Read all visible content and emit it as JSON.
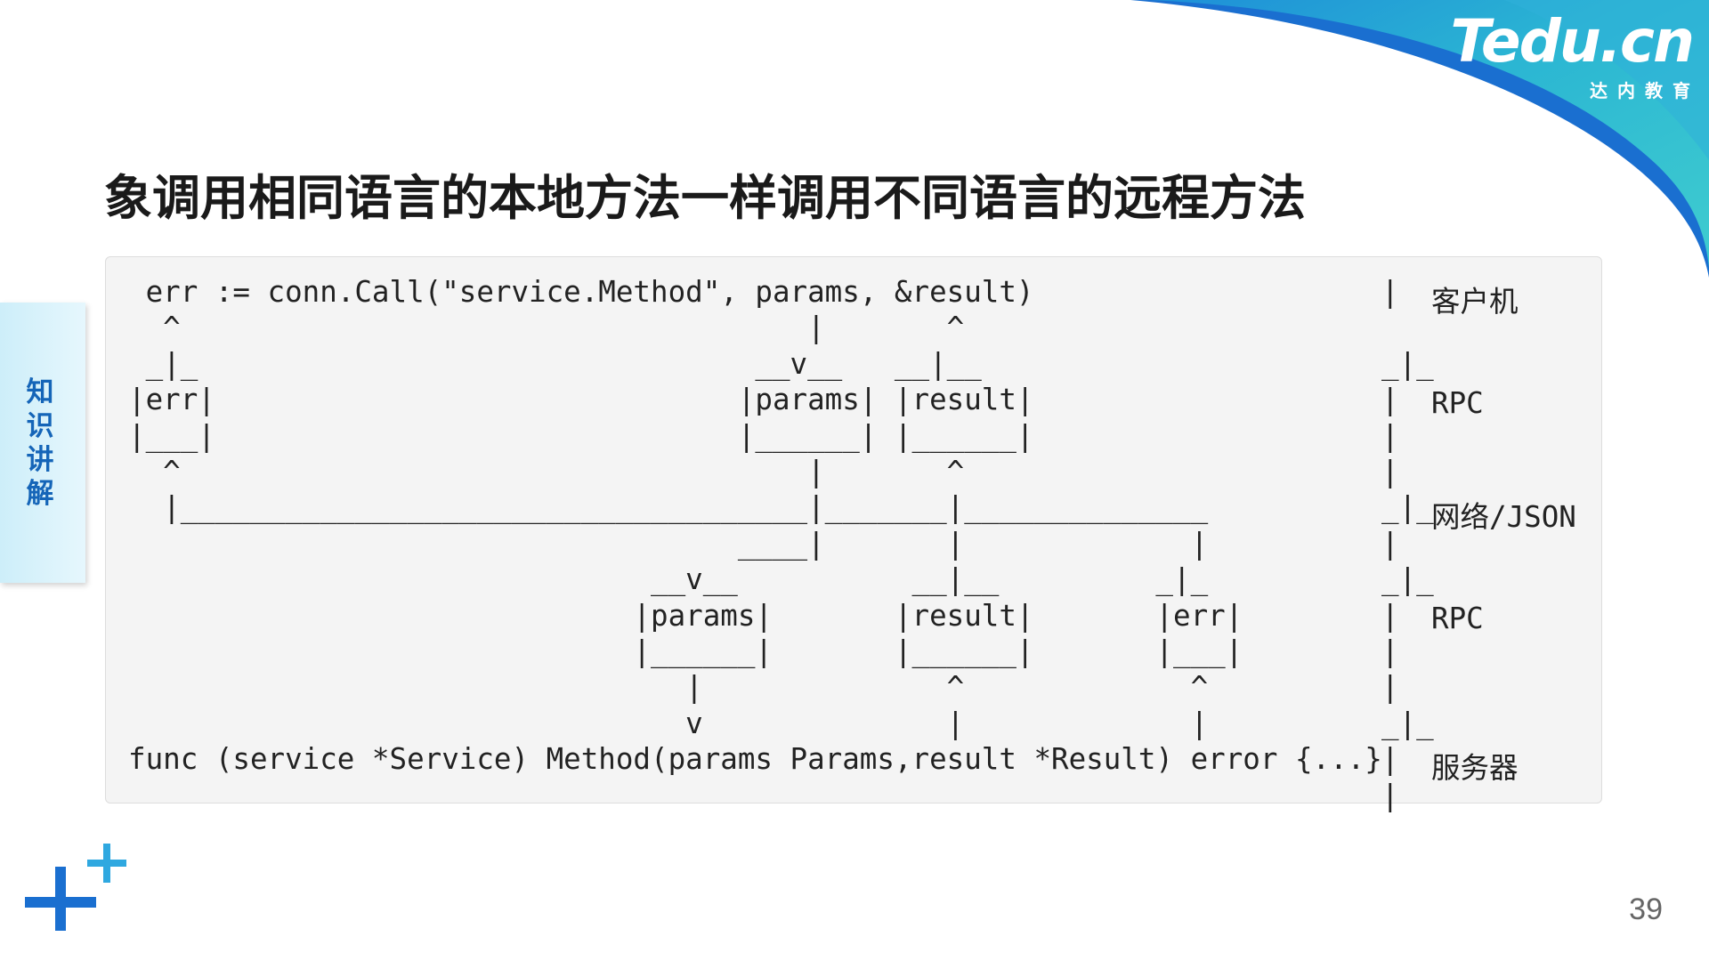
{
  "header": {
    "logo_text": "Tedu.cn",
    "logo_subtext": "达内教育",
    "colors": {
      "teal": "#33c3cf",
      "blue": "#1a73d1"
    }
  },
  "side_tab": {
    "label": "知识讲解"
  },
  "slide": {
    "title": "象调用相同语言的本地方法一样调用不同语言的远程方法",
    "page_number": "39"
  },
  "diagram": {
    "lines": [
      " err := conn.Call(\"service.Method\", params, &result)",
      "  ^                                    |       ^",
      " _|_                                __v__   __|__",
      "|err|                              |params| |result|",
      "|___|                              |______| |______|",
      "  ^                                    |       ^",
      "  |____________________________________|_______|______________",
      "                                   ____|       |             |",
      "                              __v__          __|__         _|_",
      "                             |params|       |result|       |err|",
      "                             |______|       |______|       |___|",
      "                                |              ^             ^",
      "                                v              |             |",
      "func (service *Service) Method(params Params,result *Result) error {...}"
    ],
    "separator_lines": [
      "|",
      "",
      "_|_",
      "|",
      "|",
      "|",
      "_|_",
      "|",
      "_|_",
      "|",
      "|",
      "|",
      "_|_",
      "|",
      "|"
    ],
    "layers": [
      "客户机",
      "RPC",
      "网络/JSON",
      "RPC",
      "服务器"
    ]
  }
}
